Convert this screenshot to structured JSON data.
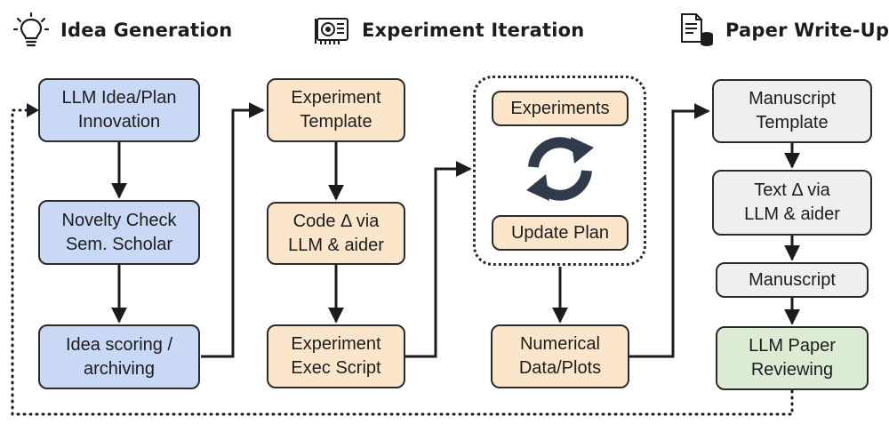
{
  "headers": [
    {
      "title": "Idea Generation",
      "icon": "lightbulb-icon"
    },
    {
      "title": "Experiment Iteration",
      "icon": "gpu-card-icon"
    },
    {
      "title": "Paper Write-Up",
      "icon": "document-database-icon"
    }
  ],
  "idea_column": {
    "plan": "LLM Idea/Plan\nInnovation",
    "novelty": "Novelty Check\nSem. Scholar",
    "scoring": "Idea scoring /\narchiving"
  },
  "experiment_column": {
    "template": "Experiment\nTemplate",
    "code": "Code Δ via\nLLM & aider",
    "exec": "Experiment\nExec Script"
  },
  "loop_column": {
    "experiments": "Experiments",
    "update": "Update Plan",
    "loop_icon": "cycle-arrows-icon",
    "data": "Numerical\nData/Plots"
  },
  "paper_column": {
    "template": "Manuscript\nTemplate",
    "text": "Text Δ via\nLLM & aider",
    "manuscript": "Manuscript",
    "review": "LLM Paper\nReviewing"
  },
  "colors": {
    "idea": "#c9d8f5",
    "experiment": "#fbe6cb",
    "paper": "#efefef",
    "review": "#dcebd3",
    "stroke": "#2b2b2b"
  }
}
